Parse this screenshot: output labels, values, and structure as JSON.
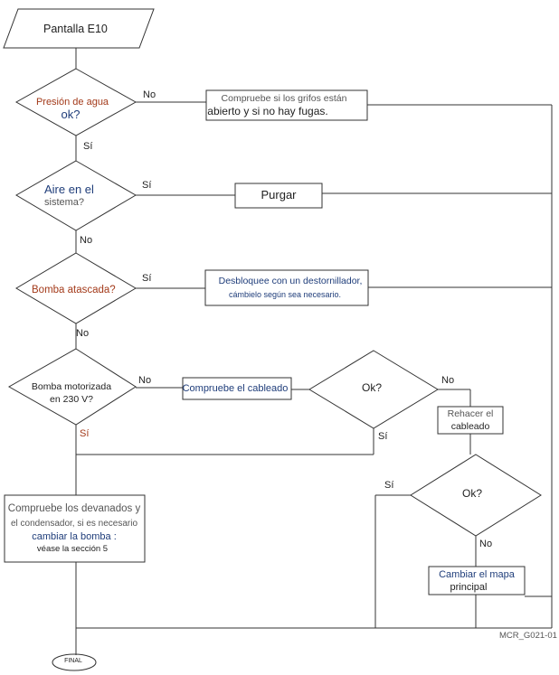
{
  "title": "Pantalla E10",
  "decisions": {
    "water_pressure": [
      "Presión de agua",
      "ok?"
    ],
    "air_in_system": [
      "Aire en el",
      "sistema?"
    ],
    "pump_jammed": "Bomba atascada?",
    "motor_230v": [
      "Bomba motorizada",
      "en 230 V?"
    ],
    "ok_1": "Ok?",
    "ok_2": "Ok?"
  },
  "actions": {
    "check_taps": [
      "Compruebe si los grifos están",
      "abierto y si no hay fugas."
    ],
    "purge": "Purgar",
    "unblock": [
      "Desbloquee con un destornillador,",
      "cámbielo según sea necesario."
    ],
    "check_wiring": "Compruebe el cableado",
    "redo_wiring": [
      "Rehacer el",
      "cableado"
    ],
    "check_windings": [
      "Compruebe los devanados y",
      "el condensador, si es necesario",
      "cambiar la bomba :",
      "véase la sección 5"
    ],
    "change_board": [
      "Cambiar el mapa",
      "principal"
    ]
  },
  "branch_labels": {
    "no": "No",
    "si": "Sí"
  },
  "end_label": "FINAL",
  "figure_code": "MCR_G021-01",
  "colors": {
    "line": "#333333",
    "box_border": "#333333",
    "text_dark": "#222222",
    "text_blue": "#1f3d7a",
    "text_red": "#a33a1a"
  }
}
